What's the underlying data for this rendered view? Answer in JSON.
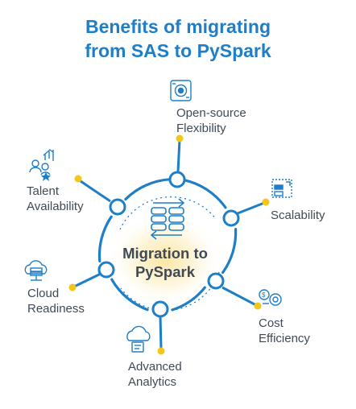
{
  "title": {
    "line1": "Benefits of migrating",
    "line2": "from SAS to PySpark"
  },
  "center": {
    "line1": "Migration to",
    "line2": "PySpark"
  },
  "benefits": [
    {
      "label_lines": [
        "Open-source",
        "Flexibility"
      ],
      "icon": "open-source-icon"
    },
    {
      "label_lines": [
        "Scalability"
      ],
      "icon": "scalability-icon"
    },
    {
      "label_lines": [
        "Cost",
        "Efficiency"
      ],
      "icon": "cost-efficiency-icon"
    },
    {
      "label_lines": [
        "Advanced",
        "Analytics"
      ],
      "icon": "advanced-analytics-icon"
    },
    {
      "label_lines": [
        "Cloud",
        "Readiness"
      ],
      "icon": "cloud-readiness-icon"
    },
    {
      "label_lines": [
        "Talent",
        "Availability"
      ],
      "icon": "talent-availability-icon"
    }
  ],
  "colors": {
    "primary": "#1e7ec8",
    "accent": "#f5c518",
    "text": "#3f4a56",
    "glow": "#fbe9a4"
  }
}
